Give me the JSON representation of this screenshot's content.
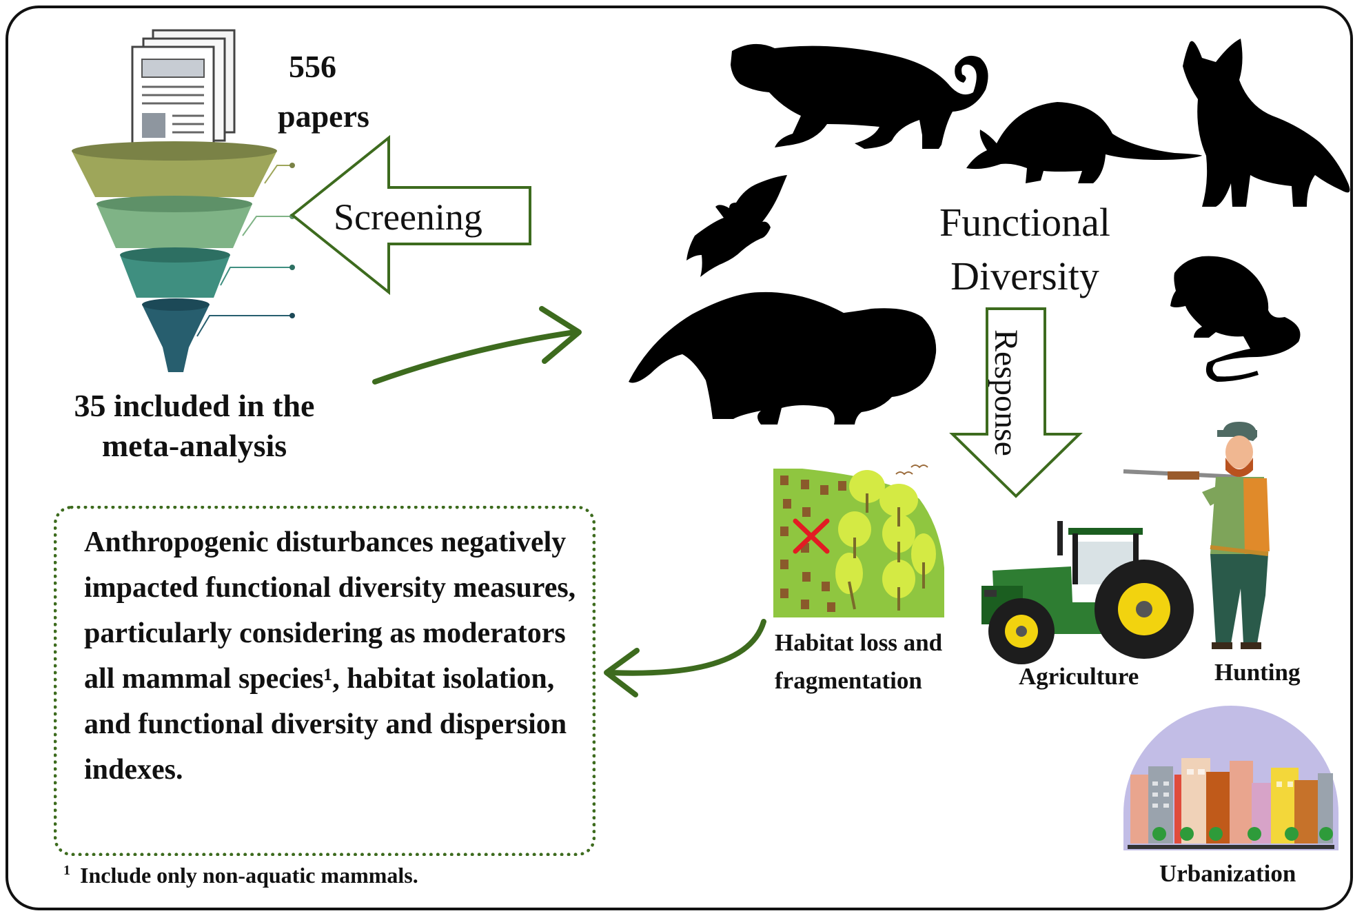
{
  "funnel": {
    "papers_count": "556",
    "papers_word": "papers",
    "included_text": "35 included in the meta-analysis",
    "layer_colors": [
      "#9ea65a",
      "#7fb386",
      "#3f8f80",
      "#275e6e"
    ]
  },
  "screening": {
    "label": "Screening"
  },
  "functional_diversity": {
    "label": "Functional Diversity"
  },
  "response": {
    "label": "Response"
  },
  "disturbances": {
    "habitat_label": "Habitat loss and fragmentation",
    "agriculture_label": "Agriculture",
    "hunting_label": "Hunting",
    "urbanization_label": "Urbanization"
  },
  "finding": {
    "text": "Anthropogenic disturbances negatively impacted functional diversity measures, particularly considering as moderators all mammal species¹, habitat isolation, and functional diversity and dispersion indexes."
  },
  "footnote": {
    "marker": "1",
    "text": "Include only non-aquatic mammals."
  },
  "icons": [
    "documents-icon",
    "funnel-icon",
    "jaguar-icon",
    "armadillo-icon",
    "fox-icon",
    "bat-icon",
    "rodent-icon",
    "anteater-icon",
    "deforestation-icon",
    "tractor-icon",
    "hunter-icon",
    "city-icon"
  ],
  "colors": {
    "arrow_green": "#3d6b1e",
    "outline": "#111111",
    "deforestation_x": "#e21c23",
    "tractor_green": "#2e7d32",
    "tractor_yellow": "#f2d30f"
  }
}
